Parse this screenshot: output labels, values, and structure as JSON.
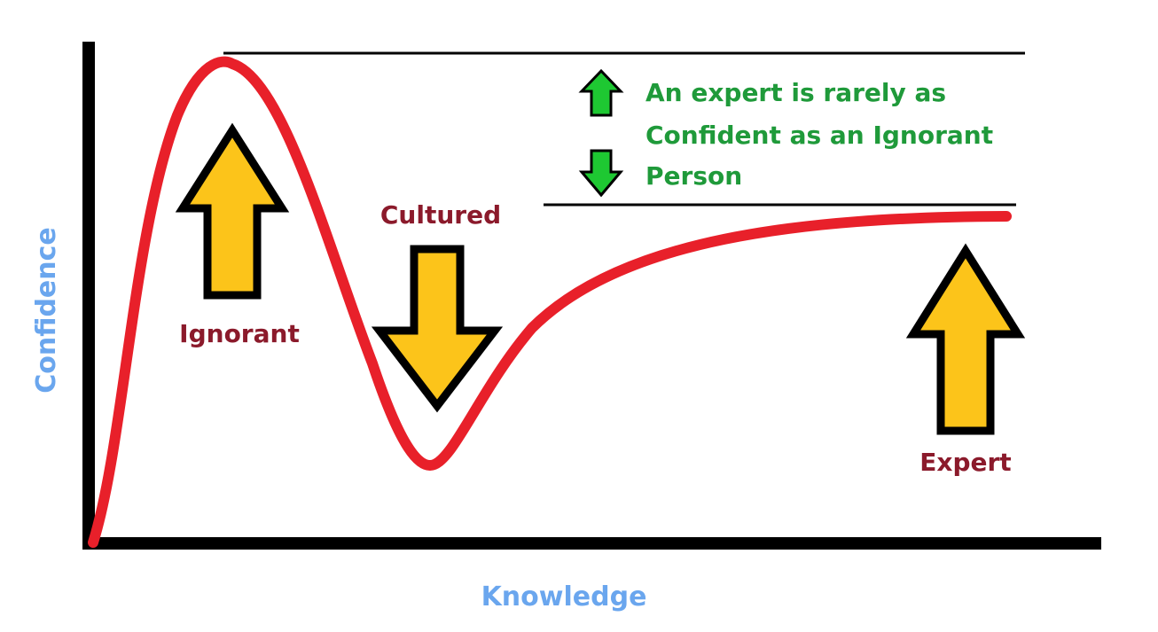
{
  "axes": {
    "x_label": "Knowledge",
    "y_label": "Confidence"
  },
  "curve_labels": {
    "peak": "Ignorant",
    "valley": "Cultured",
    "plateau": "Expert"
  },
  "callout": {
    "lines": [
      "An expert is rarely as",
      "Confident as an Ignorant",
      "Person"
    ]
  },
  "colors": {
    "axis": "#000000",
    "curve": "#e8202a",
    "axis_label": "#6aa6ee",
    "stage_label": "#8b1a2b",
    "callout_text": "#1f9a3a",
    "arrow_fill": "#fcc41a",
    "small_arrow_fill": "#1ec832",
    "outline": "#000000"
  }
}
